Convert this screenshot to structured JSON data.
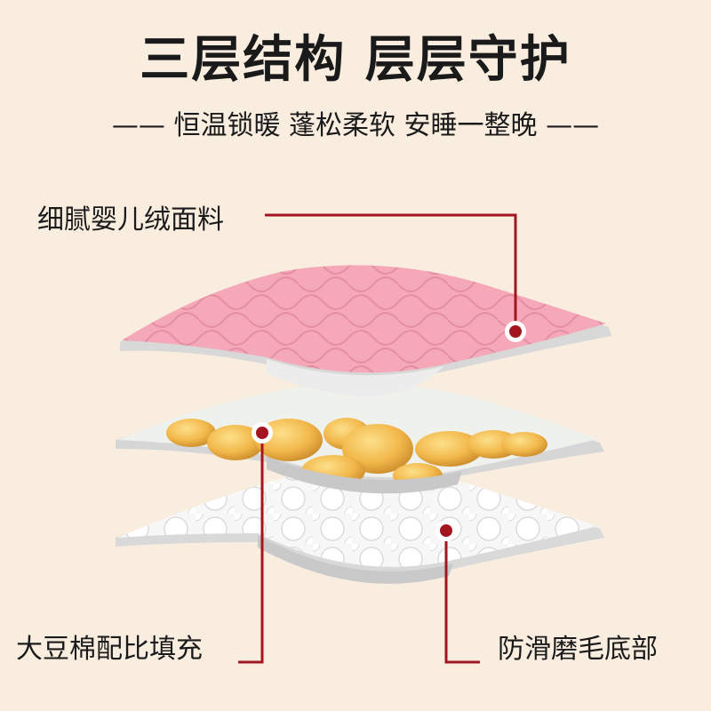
{
  "title": "三层结构 层层守护",
  "subtitle": "—— 恒温锁暖 蓬松柔软 安睡一整晚 ——",
  "labels": {
    "top_layer": "细腻婴儿绒面料",
    "middle_layer": "大豆棉配比填充",
    "bottom_layer": "防滑磨毛底部"
  },
  "colors": {
    "background": "#f9ede0",
    "accent_line": "#a3161f",
    "top_fabric": "#f4a8b8",
    "soy_bean": "#f2b84b",
    "bottom_fabric": "#f6f6f6"
  }
}
